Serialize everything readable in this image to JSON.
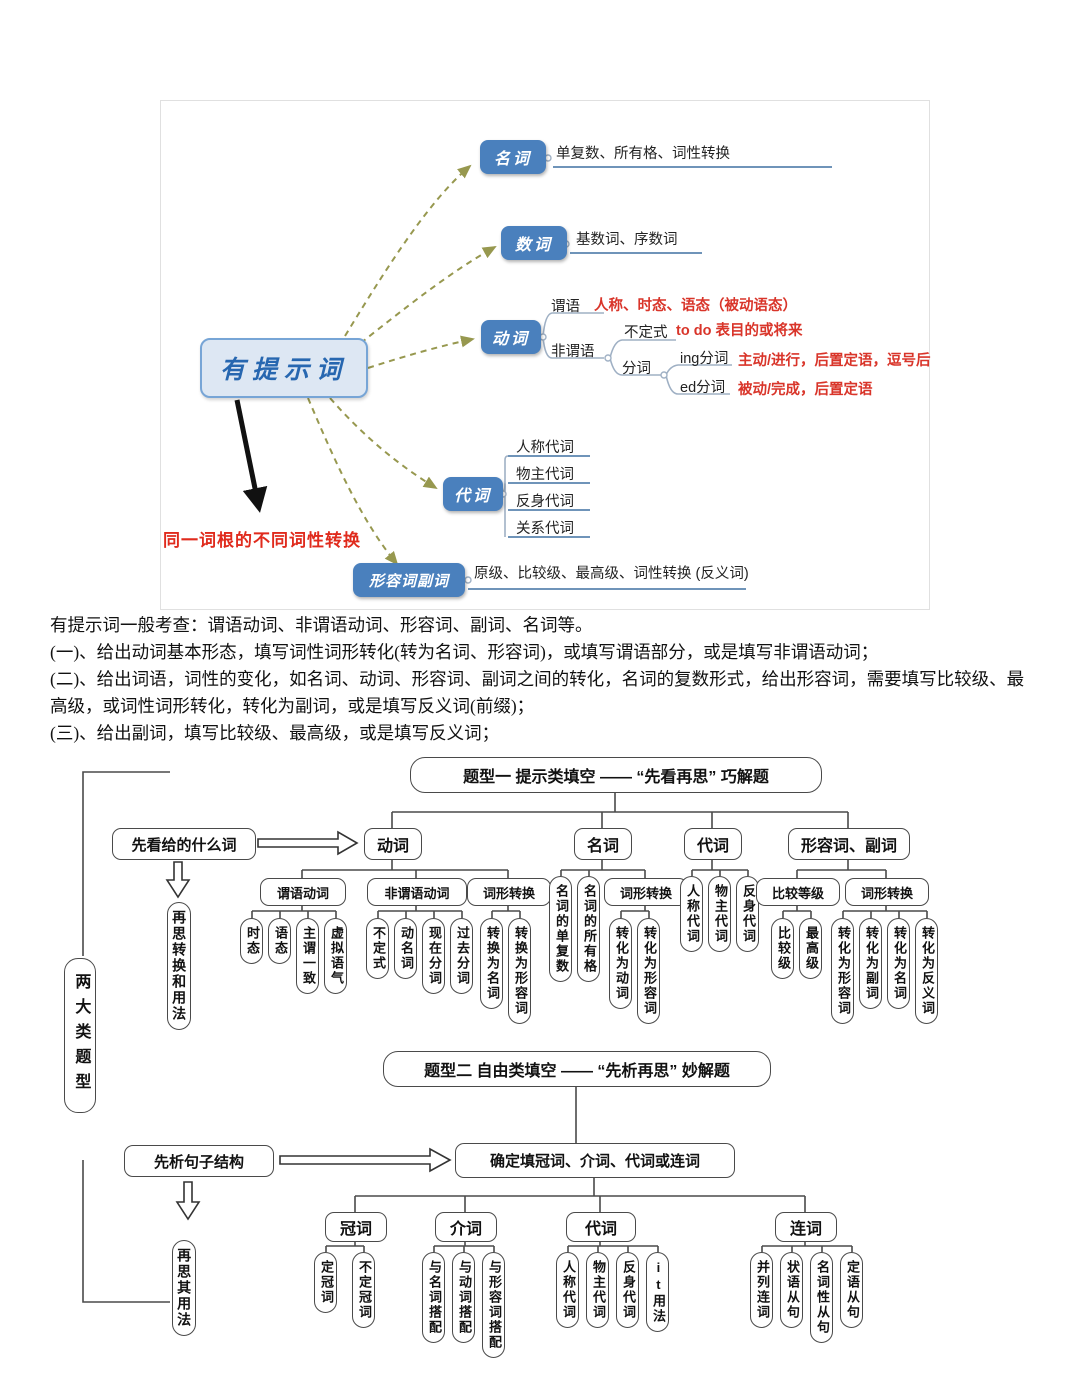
{
  "colors": {
    "node_blue": "#4a80bd",
    "root_fill": "#dde7f3",
    "accent_red": "#d9352a",
    "olive_arrow": "#97984f"
  },
  "mindmap": {
    "root_label": "有提示词",
    "root_note": "同一词根的不同词性转换",
    "branches": {
      "noun": {
        "label": "名词",
        "detail": "单复数、所有格、词性转换"
      },
      "numeral": {
        "label": "数词",
        "detail": "基数词、序数词"
      },
      "verb": {
        "label": "动词",
        "predicate_label": "谓语",
        "predicate_note": "人称、时态、语态（被动语态）",
        "non_predicate_label": "非谓语",
        "infinitive_label": "不定式",
        "infinitive_red": "to do  表目的或将来",
        "participle_label": "分词",
        "ing_label": "ing分词",
        "ing_note": "主动/进行，后置定语，逗号后",
        "ed_label": "ed分词",
        "ed_note": "被动/完成，后置定语"
      },
      "pronoun": {
        "label": "代词",
        "items": [
          "人称代词",
          "物主代词",
          "反身代词",
          "关系代词"
        ]
      },
      "adj_adv": {
        "label": "形容词副词",
        "detail": "原级、比较级、最高级、词性转换 (反义词)"
      }
    }
  },
  "notes": {
    "line0": "有提示词一般考查：谓语动词、非谓语动词、形容词、副词、名词等。",
    "line1": "(一)、给出动词基本形态，填写词性词形转化(转为名词、形容词)，或填写谓语部分，或是填写非谓语动词；",
    "line2": "(二)、给出词语，词性的变化，如名词、动词、形容词、副词之间的转化，名词的复数形式，给出形容词，需要填写比较级、最高级，或词性词形转化，转化为副词，或是填写反义词(前缀)；",
    "line3": "(三)、给出副词，填写比较级、最高级，或是填写反义词；"
  },
  "flow": {
    "side_pill": "两大类题型",
    "t1": {
      "title": "题型一 提示类填空 —— “先看再思” 巧解题",
      "hint_box": "先看给的什么词",
      "hint_pill": "再思转换和用法",
      "cols": [
        "动词",
        "名词",
        "代词",
        "形容词、副词"
      ],
      "verb_groups": [
        "谓语动词",
        "非谓语动词",
        "词形转换"
      ],
      "pred_leaves": [
        "时态",
        "语态",
        "主谓一致",
        "虚拟语气"
      ],
      "nonpred_leaves": [
        "不定式",
        "动名词",
        "现在分词",
        "过去分词"
      ],
      "verb_conv_leaves": [
        "转换为名词",
        "转换为形容词"
      ],
      "noun_pills": [
        "名词的单复数",
        "名词的所有格"
      ],
      "noun_conv_head": "词形转换",
      "noun_conv_leaves": [
        "转化为动词",
        "转化为形容词"
      ],
      "pronoun_leaves": [
        "人称代词",
        "物主代词",
        "反身代词"
      ],
      "adj_groups": [
        "比较等级",
        "词形转换"
      ],
      "degree_leaves": [
        "比较级",
        "最高级"
      ],
      "adj_conv_leaves": [
        "转化为形容词",
        "转化为副词",
        "转化为名词",
        "转化为反义词"
      ]
    },
    "t2": {
      "title": "题型二 自由类填空 —— “先析再思” 妙解题",
      "hint_box": "先析句子结构",
      "hint_pill": "再思其用法",
      "decision": "确定填冠词、介词、代词或连词",
      "cols": [
        "冠词",
        "介词",
        "代词",
        "连词"
      ],
      "article_leaves": [
        "定冠词",
        "不定冠词"
      ],
      "prep_leaves": [
        "与名词搭配",
        "与动词搭配",
        "与形容词搭配"
      ],
      "pronoun_leaves": [
        "人称代词",
        "物主代词",
        "反身代词",
        "it用法"
      ],
      "conj_leaves": [
        "并列连词",
        "状语从句",
        "名词性从句",
        "定语从句"
      ]
    }
  }
}
